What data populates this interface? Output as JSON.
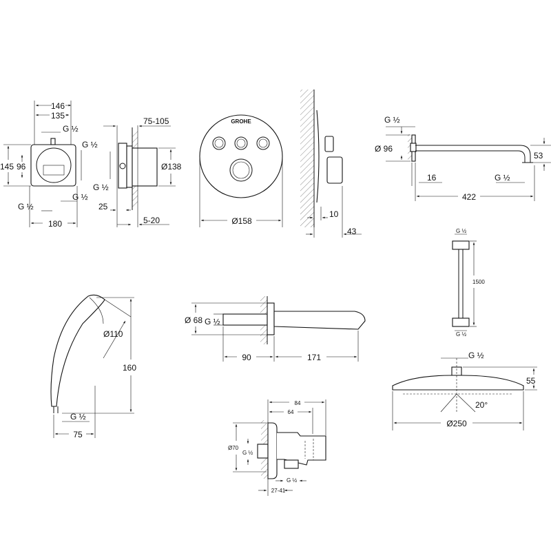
{
  "brand": "GROHE",
  "thread": "G ½",
  "box_front": {
    "w_outer": "146",
    "w_inner": "135",
    "h_outer": "145",
    "h_inner": "96",
    "width": "180",
    "thread_top": "G ½",
    "thread_right": "G ½",
    "thread_bottom_left": "G ½",
    "thread_bottom_right": "G ½"
  },
  "box_side": {
    "depth": "75-105",
    "diameter": "Ø138",
    "thread": "G ½",
    "offset": "25",
    "plaster": "5-20"
  },
  "plate_front": {
    "diameter": "Ø158"
  },
  "plate_side": {
    "thickness": "10",
    "depth": "43"
  },
  "shower_arm": {
    "thread_top": "G ½",
    "diameter": "Ø 96",
    "wall": "16",
    "thread_end": "G ½",
    "height": "53",
    "length": "422"
  },
  "hose": {
    "thread_top": "G ½",
    "length": "1500",
    "thread_bottom": "G ½"
  },
  "hand_shower": {
    "diameter": "Ø110",
    "length": "160",
    "thread": "G ½",
    "width": "75"
  },
  "spout": {
    "diameter": "Ø 68",
    "thread": "G ½",
    "wall": "90",
    "length": "171"
  },
  "head_shower": {
    "thread": "G ½",
    "height": "55",
    "angle": "20°",
    "diameter": "Ø250"
  },
  "wall_outlet": {
    "length_outer": "84",
    "length_inner": "64",
    "diameter": "Ø70",
    "thread_wall": "G ½",
    "thread_out": "G ½",
    "adjust": "27-41"
  }
}
